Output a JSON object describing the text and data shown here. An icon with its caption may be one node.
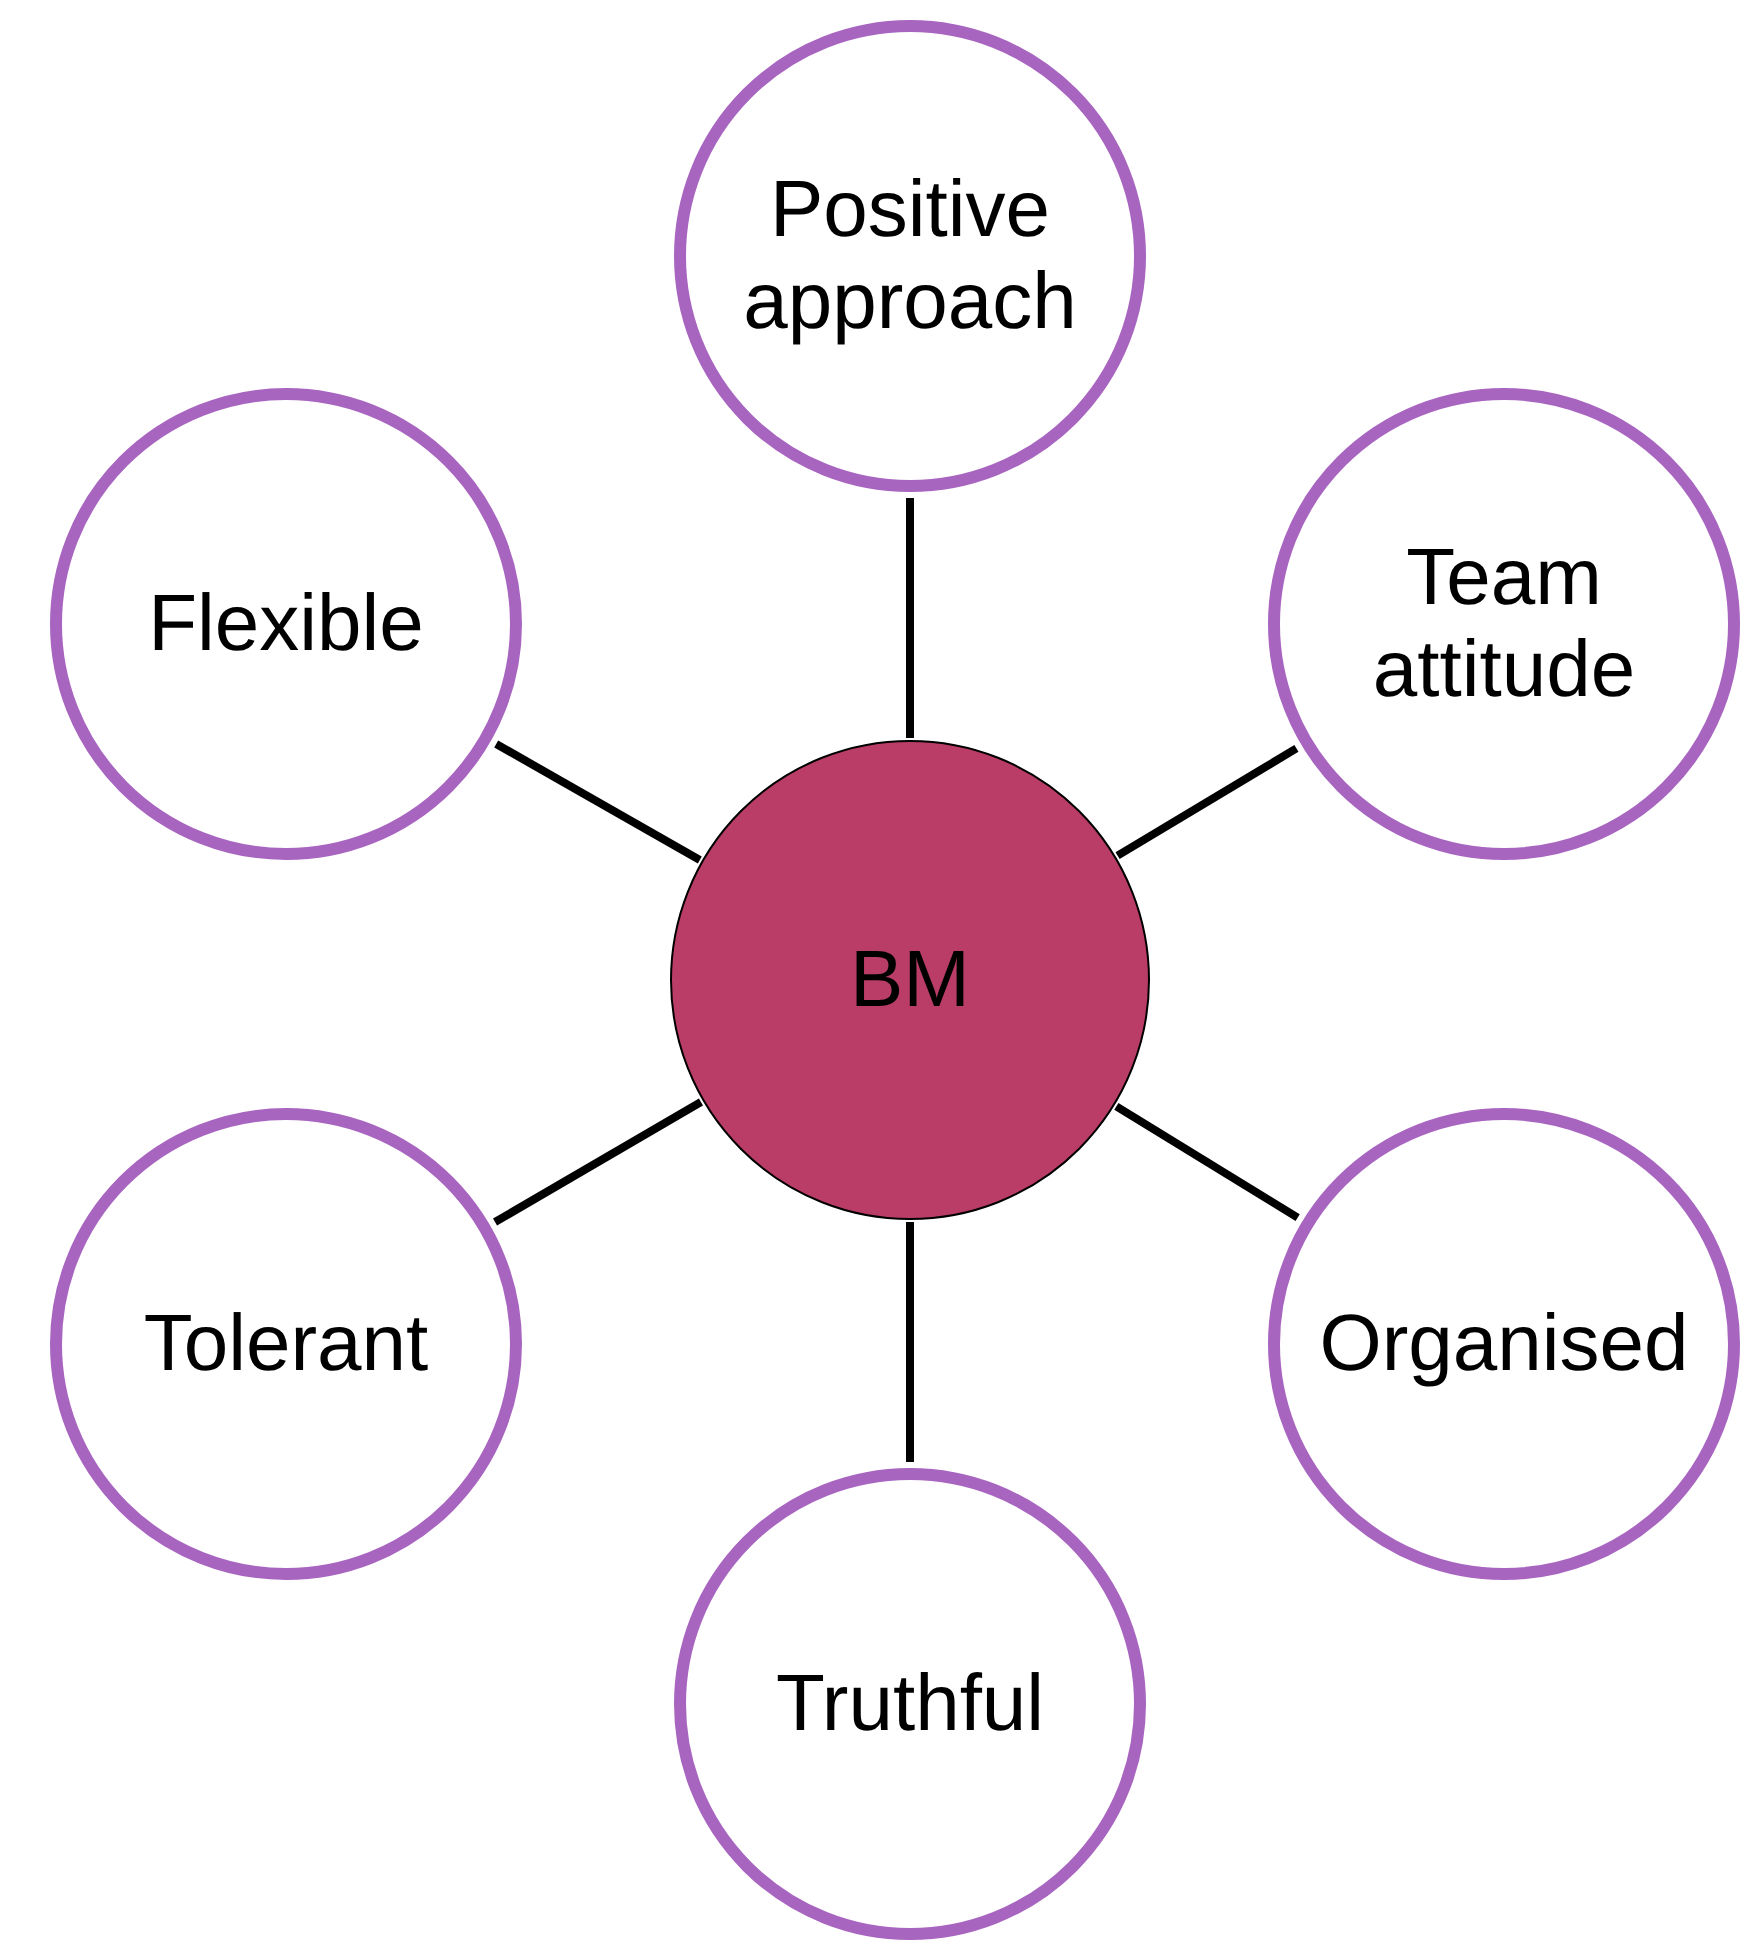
{
  "diagram": {
    "nodes": [
      {
        "text": [
          "Positive approach"
        ]
      },
      {
        "text": [
          "Flexible"
        ]
      },
      {
        "text": [
          "Team attitude"
        ]
      },
      {
        "text": [
          "BM"
        ]
      },
      {
        "text": [
          "Tolerant"
        ]
      },
      {
        "text": [
          "Organised"
        ]
      },
      {
        "text": [
          "Truthful"
        ]
      }
    ],
    "edges": [
      {
        "from": 3,
        "to": 0,
        "arrow": "none"
      },
      {
        "from": 3,
        "to": 2,
        "arrow": "none"
      },
      {
        "from": 3,
        "to": 5,
        "arrow": "none"
      },
      {
        "from": 3,
        "to": 6,
        "arrow": "none"
      },
      {
        "from": 3,
        "to": 4,
        "arrow": "none"
      },
      {
        "from": 3,
        "to": 1,
        "arrow": "none"
      }
    ]
  }
}
